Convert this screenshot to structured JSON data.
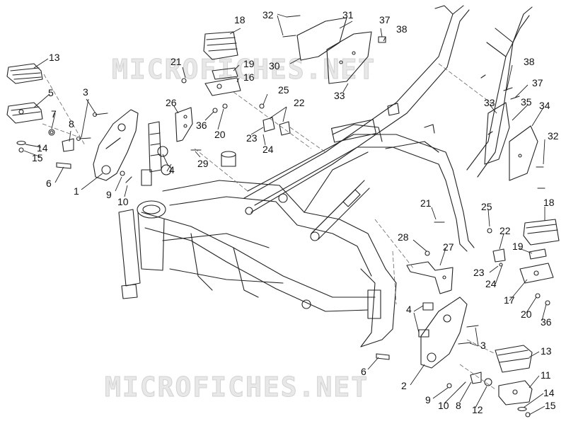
{
  "watermark": {
    "top": "MICROFICHES.NET",
    "bottom": "MICROFICHES.NET"
  },
  "callouts": [
    {
      "id": "c13a",
      "label": "13"
    },
    {
      "id": "c5a",
      "label": "5"
    },
    {
      "id": "c7a",
      "label": "7"
    },
    {
      "id": "c8a",
      "label": "8"
    },
    {
      "id": "c14a",
      "label": "14"
    },
    {
      "id": "c15a",
      "label": "15"
    },
    {
      "id": "c6a",
      "label": "6"
    },
    {
      "id": "c3a",
      "label": "3"
    },
    {
      "id": "c1",
      "label": "1"
    },
    {
      "id": "c9a",
      "label": "9"
    },
    {
      "id": "c10a",
      "label": "10"
    },
    {
      "id": "c4a",
      "label": "4"
    },
    {
      "id": "c21a",
      "label": "21"
    },
    {
      "id": "c26",
      "label": "26"
    },
    {
      "id": "c29",
      "label": "29"
    },
    {
      "id": "c18a",
      "label": "18"
    },
    {
      "id": "c19a",
      "label": "19"
    },
    {
      "id": "c16",
      "label": "16"
    },
    {
      "id": "c36a",
      "label": "36"
    },
    {
      "id": "c20a",
      "label": "20"
    },
    {
      "id": "c25a",
      "label": "25"
    },
    {
      "id": "c22a",
      "label": "22"
    },
    {
      "id": "c23a",
      "label": "23"
    },
    {
      "id": "c24a",
      "label": "24"
    },
    {
      "id": "c32a",
      "label": "32"
    },
    {
      "id": "c31",
      "label": "31"
    },
    {
      "id": "c37a",
      "label": "37"
    },
    {
      "id": "c38a",
      "label": "38"
    },
    {
      "id": "c30",
      "label": "30"
    },
    {
      "id": "c33a",
      "label": "33"
    },
    {
      "id": "c38b",
      "label": "38"
    },
    {
      "id": "c37b",
      "label": "37"
    },
    {
      "id": "c33b",
      "label": "33"
    },
    {
      "id": "c35",
      "label": "35"
    },
    {
      "id": "c34",
      "label": "34"
    },
    {
      "id": "c32b",
      "label": "32"
    },
    {
      "id": "c21b",
      "label": "21"
    },
    {
      "id": "c25b",
      "label": "25"
    },
    {
      "id": "c18b",
      "label": "18"
    },
    {
      "id": "c28",
      "label": "28"
    },
    {
      "id": "c27",
      "label": "27"
    },
    {
      "id": "c22b",
      "label": "22"
    },
    {
      "id": "c19b",
      "label": "19"
    },
    {
      "id": "c23b",
      "label": "23"
    },
    {
      "id": "c24b",
      "label": "24"
    },
    {
      "id": "c17",
      "label": "17"
    },
    {
      "id": "c20b",
      "label": "20"
    },
    {
      "id": "c36b",
      "label": "36"
    },
    {
      "id": "c4b",
      "label": "4"
    },
    {
      "id": "c3b",
      "label": "3"
    },
    {
      "id": "c6b",
      "label": "6"
    },
    {
      "id": "c2",
      "label": "2"
    },
    {
      "id": "c13b",
      "label": "13"
    },
    {
      "id": "c11",
      "label": "11"
    },
    {
      "id": "c14b",
      "label": "14"
    },
    {
      "id": "c15b",
      "label": "15"
    },
    {
      "id": "c9b",
      "label": "9"
    },
    {
      "id": "c10b",
      "label": "10"
    },
    {
      "id": "c8b",
      "label": "8"
    },
    {
      "id": "c12",
      "label": "12"
    }
  ]
}
